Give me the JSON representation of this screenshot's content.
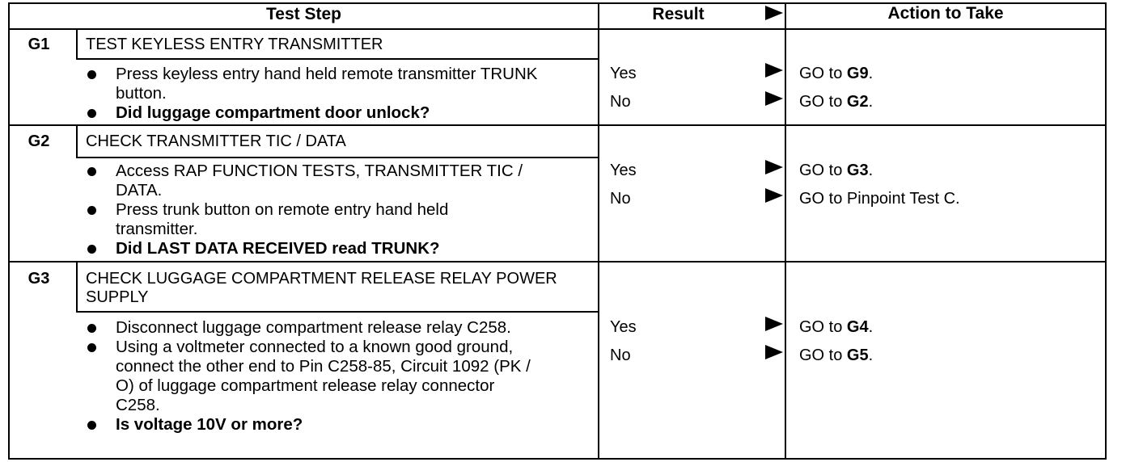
{
  "header": {
    "test_step": "Test Step",
    "result": "Result",
    "action": "Action to Take"
  },
  "steps": [
    {
      "id": "G1",
      "title": "TEST KEYLESS ENTRY TRANSMITTER",
      "bullets": [
        "Press keyless entry hand held remote transmitter TRUNK button.",
        "Did luggage compartment door unlock?"
      ],
      "results": [
        {
          "label": "Yes",
          "action_prefix": "GO to ",
          "action_target": "G9",
          "action_suffix": "."
        },
        {
          "label": "No",
          "action_prefix": "GO to ",
          "action_target": "G2",
          "action_suffix": "."
        }
      ]
    },
    {
      "id": "G2",
      "title": "CHECK TRANSMITTER TIC / DATA",
      "bullets": [
        "Access RAP FUNCTION TESTS, TRANSMITTER TIC / DATA.",
        "Press trunk button on remote entry hand held transmitter.",
        "Did LAST DATA RECEIVED read TRUNK?"
      ],
      "results": [
        {
          "label": "Yes",
          "action_prefix": "GO to ",
          "action_target": "G3",
          "action_suffix": "."
        },
        {
          "label": "No",
          "action_prefix": "GO to Pinpoint Test C.",
          "action_target": "",
          "action_suffix": ""
        }
      ]
    },
    {
      "id": "G3",
      "title": "CHECK LUGGAGE COMPARTMENT RELEASE RELAY POWER SUPPLY",
      "bullets": [
        "Disconnect luggage compartment release relay C258.",
        "Using a voltmeter connected to a known good ground, connect the other end to Pin C258-85, Circuit 1092 (PK / O) of luggage compartment release relay connector C258.",
        "Is voltage 10V or more?"
      ],
      "results": [
        {
          "label": "Yes",
          "action_prefix": "GO to ",
          "action_target": "G4",
          "action_suffix": "."
        },
        {
          "label": "No",
          "action_prefix": "GO to ",
          "action_target": "G5",
          "action_suffix": "."
        }
      ]
    }
  ]
}
